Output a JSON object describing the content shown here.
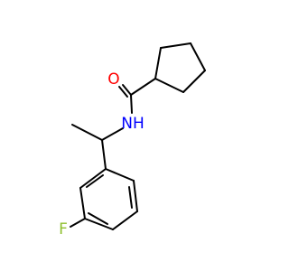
{
  "diagram": {
    "type": "skeletal-formula",
    "atoms": {
      "oxygen": {
        "label": "O",
        "color": "#ff0000"
      },
      "nitrogen": {
        "label": "NH",
        "color": "#0000ff"
      },
      "fluorine": {
        "label": "F",
        "color": "#8fbf2f"
      }
    },
    "bond_color": "#000000"
  }
}
